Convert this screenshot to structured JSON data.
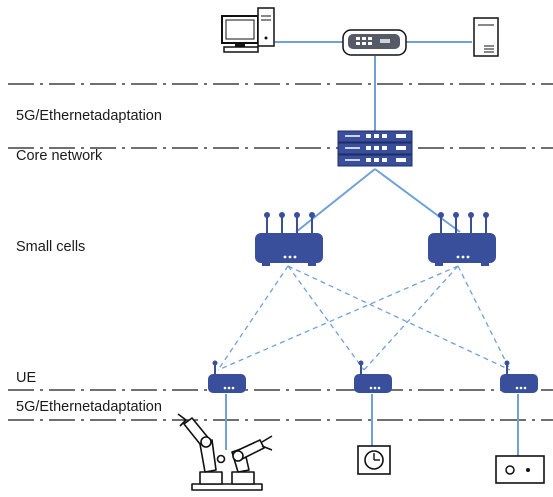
{
  "layers": {
    "adaptation_top": "5G/Ethernetadaptation",
    "core_network": "Core network",
    "small_cells": "Small cells",
    "ue": "UE",
    "adaptation_bottom": "5G/Ethernetadaptation"
  },
  "devices": {
    "top": [
      "computer-icon",
      "switch-icon",
      "server-icon"
    ],
    "core": "core-switch-icon",
    "small_cells": [
      "small-cell-router-icon",
      "small-cell-router-icon"
    ],
    "ue": [
      "ue-modem-icon",
      "ue-modem-icon",
      "ue-modem-icon"
    ],
    "end_devices": [
      "robot-arm-icon",
      "clock-sensor-icon",
      "meter-device-icon"
    ]
  },
  "colors": {
    "device_blue": "#3a4f9c",
    "link_blue": "#6fa0d8",
    "text": "#1a1a1a"
  }
}
